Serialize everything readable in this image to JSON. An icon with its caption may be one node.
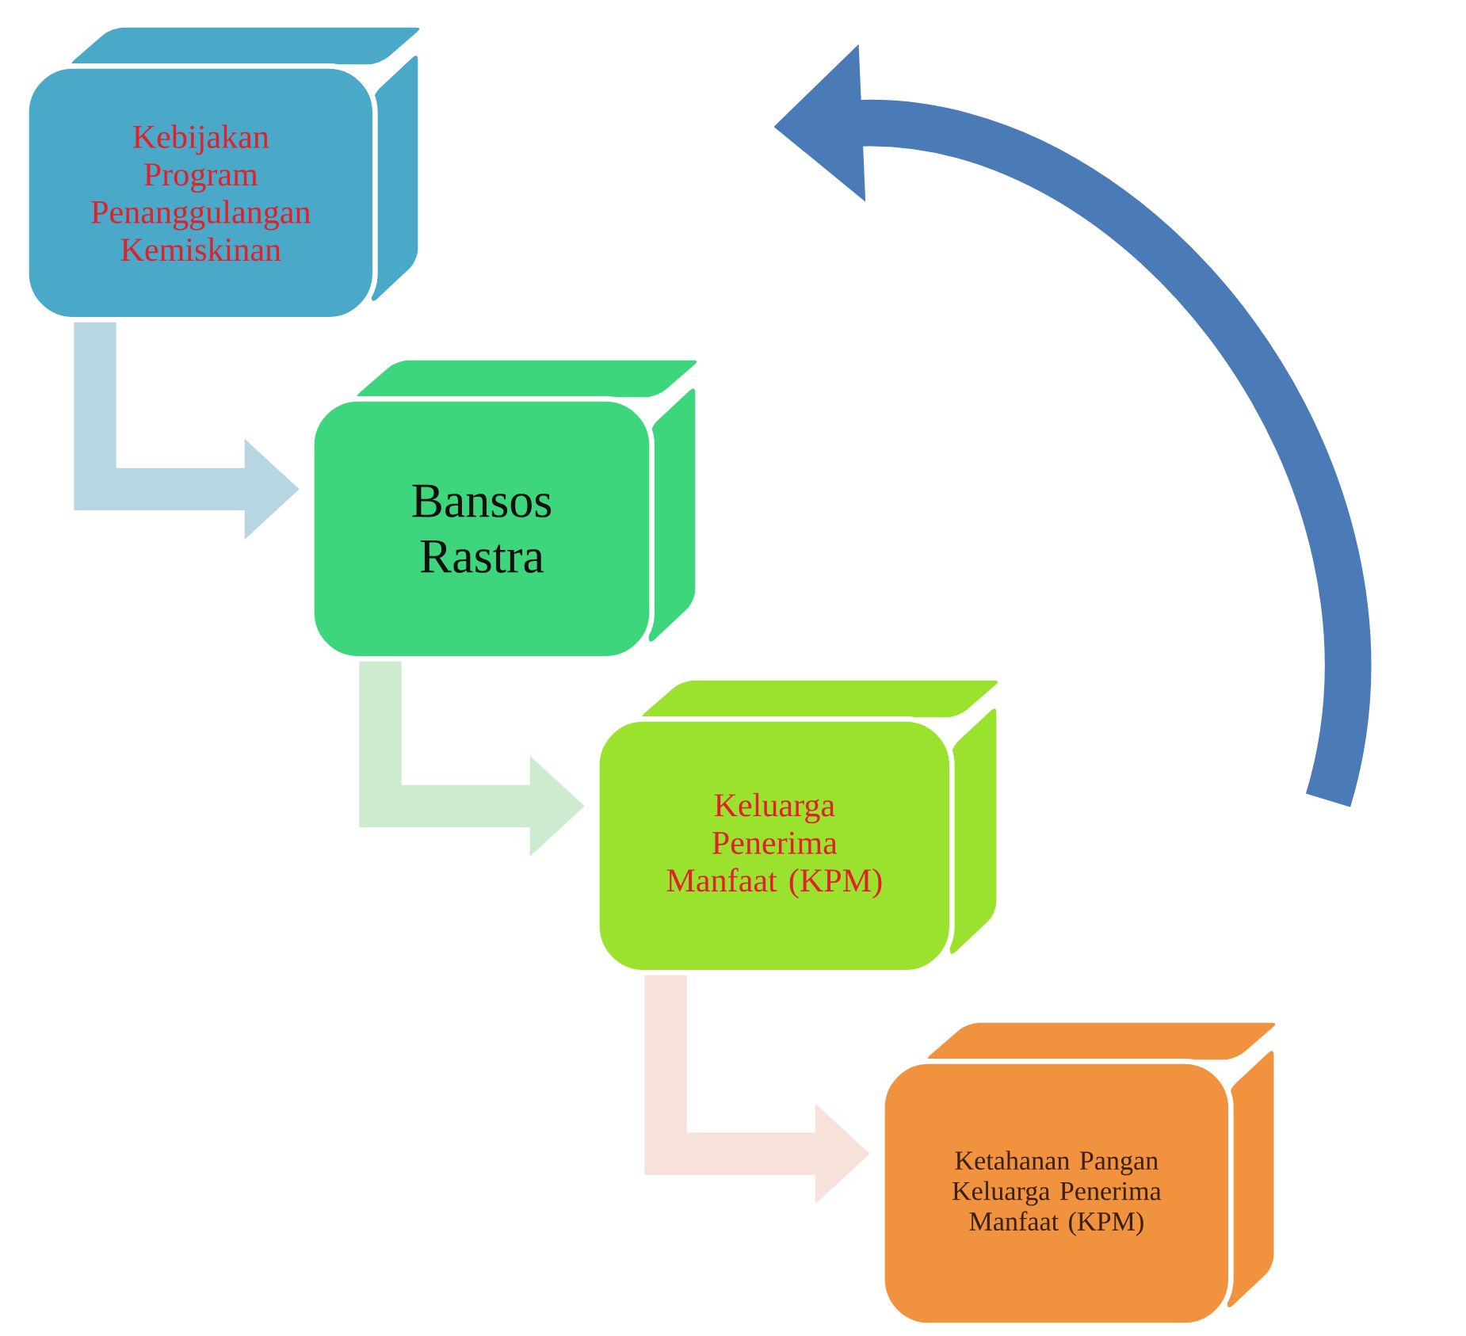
{
  "diagram": {
    "nodes": [
      {
        "text": [
          "Kebijakan Program Penanggulangan Kemiskinan"
        ]
      },
      {
        "text": [
          "Bansos Rastra"
        ]
      },
      {
        "text": [
          "Keluarga Penerima Manfaat (KPM)"
        ]
      },
      {
        "text": [
          "Ketahanan Pangan Keluarga Penerima Manfaat (KPM)"
        ]
      }
    ],
    "edges": [
      {
        "from": 0,
        "to": 1,
        "arrow": "to",
        "color": "#b8d6e2"
      },
      {
        "from": 1,
        "to": 2,
        "arrow": "to",
        "color": "#cdeccf"
      },
      {
        "from": 2,
        "to": 3,
        "arrow": "to",
        "color": "#f7e2da"
      }
    ]
  }
}
